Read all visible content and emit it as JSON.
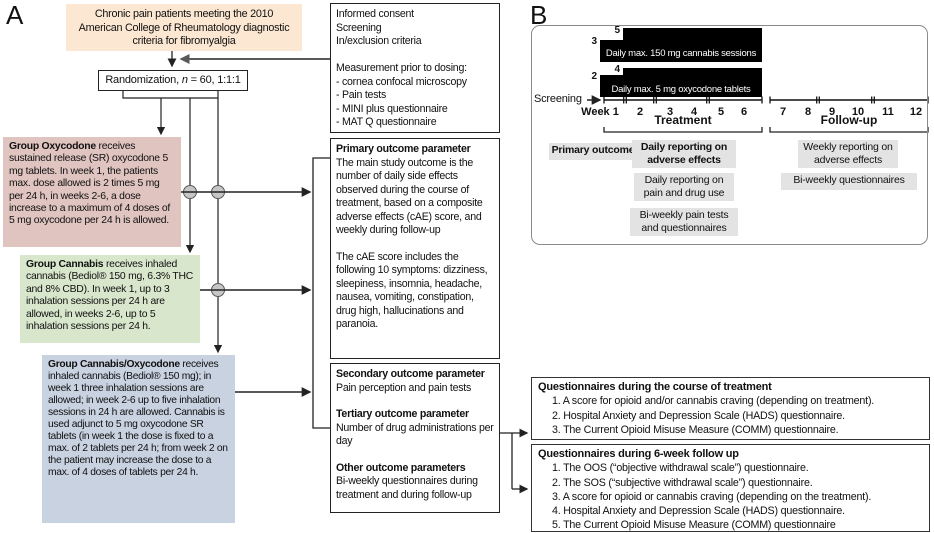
{
  "panel_a": {
    "label": "A",
    "eligibility": "Chronic pain patients meeting the 2010 American College of Rheumatology diagnostic criteria for fibromyalgia",
    "randomization": {
      "prefix": "Randomization, ",
      "n": "n",
      "suffix": " = 60, 1:1:1"
    },
    "groups": [
      {
        "name": "Group Oxycodone",
        "description": " receives sustained release (SR) oxycodone 5 mg tablets. In week 1, the patients max. dose allowed is 2 times 5 mg per 24 h, in weeks 2-6, a dose increase to a maximum of 4 doses of 5 mg oxycodone per 24 h is allowed.",
        "color": "#dfc4c0"
      },
      {
        "name": "Group Cannabis",
        "description": " receives inhaled cannabis (Bediol® 150 mg, 6.3% THC and 8% CBD). In week 1, up to 3 inhalation sessions per 24 h are allowed, in weeks 2-6, up to 5 inhalation sessions per 24 h.",
        "color": "#d8e6cc"
      },
      {
        "name": "Group Cannabis/Oxycodone",
        "description": " receives inhaled cannabis (Bediol® 150 mg); in week 1 three inhalation sessions are allowed; in week 2-6 up to five inhalation sessions in 24 h are allowed. Cannabis is used adjunct to 5 mg oxycodone SR tablets (in week 1 the dose is fixed to a max. of 2 tablets per 24 h; from week 2 on the patient may increase the dose to a max. of 4 doses of tablets per 24 h.",
        "color": "#c8d2e0"
      }
    ],
    "screening_box": {
      "lines": [
        "Informed consent",
        "Screening",
        "In/exclusion criteria",
        "",
        "Measurement prior to dosing:",
        "- cornea confocal microscopy",
        "- Pain tests",
        "- MINI plus questionnaire",
        "- MAT Q questionnaire"
      ]
    },
    "primary_box": {
      "heading": "Primary outcome parameter",
      "para1": "The main study outcome is the number of daily side effects observed during the course of treatment, based on a composite adverse effects (cAE) score, and weekly during follow-up",
      "para2": "The cAE score includes the following 10 symptoms: dizziness, sleepiness, insomnia, headache, nausea, vomiting, constipation, drug high, hallucinations and paranoia."
    },
    "outcomes_box": {
      "sections": [
        {
          "heading": "Secondary outcome parameter",
          "text": "Pain perception and pain tests"
        },
        {
          "heading": "Tertiary outcome parameter",
          "text": "Number of drug administrations per day"
        },
        {
          "heading": "Other outcome parameters",
          "text": "Bi-weekly questionnaires during treatment and during follow-up"
        }
      ]
    }
  },
  "questionnaires": {
    "treatment": {
      "title": "Questionnaires during the course of treatment",
      "items": [
        "1. A score for opioid and/or cannabis craving (depending on treatment).",
        "2. Hospital Anxiety and Depression Scale (HADS) questionnaire.",
        "3. The Current Opioid Misuse Measure (COMM) questionnaire."
      ]
    },
    "followup": {
      "title": "Questionnaires during 6-week follow up",
      "items": [
        "1. The OOS (“objective withdrawal scale”) questionnaire.",
        "2. The SOS (“subjective withdrawal scale”) questionnaire.",
        "3. A score for opioid or cannabis craving (depending on the treatment).",
        "4. Hospital Anxiety and Depression Scale (HADS) questionnaire.",
        "5. The Current Opioid Misuse Measure (COMM) questionnaire"
      ]
    }
  },
  "panel_b": {
    "label": "B",
    "bars": [
      {
        "text": "Daily max. 150 mg cannabis sessions",
        "week1_value": "3",
        "week2_6_value": "5"
      },
      {
        "text": "Daily max. 5 mg oxycodone tablets",
        "week1_value": "2",
        "week2_6_value": "4"
      }
    ],
    "screening_label": "Screening",
    "week_axis": {
      "first": "Week 1",
      "rest": [
        "2",
        "3",
        "4",
        "5",
        "6",
        "7",
        "8",
        "9",
        "10",
        "11",
        "12"
      ]
    },
    "phases": [
      {
        "label": "Treatment"
      },
      {
        "label": "Follow-up"
      }
    ],
    "primary_outcome_label": "Primary outcome",
    "treatment_boxes": [
      "Daily reporting on adverse effects",
      "Daily reporting on pain and drug use",
      "Bi-weekly pain tests and questionnaires"
    ],
    "followup_boxes": [
      "Weekly reporting on adverse effects",
      "Bi-weekly questionnaires"
    ]
  },
  "colors": {
    "eligibility_fill": "#fbe7d2",
    "oxycodone_fill": "#dfc4c0",
    "cannabis_fill": "#d8e6cc",
    "cannabis_oxycodone_fill": "#c8d2e0",
    "grey_label_fill": "#e3e3e3",
    "bar_fill": "#000000",
    "connector": "#222222",
    "hop_circle_fill": "#c6c6c6"
  }
}
